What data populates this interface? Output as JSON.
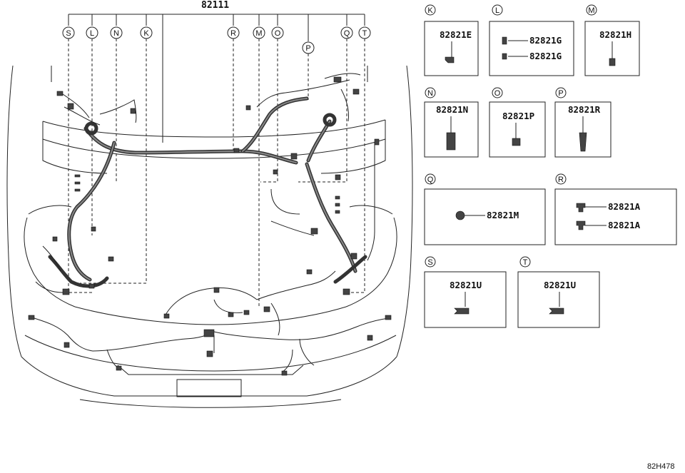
{
  "diagram": {
    "main_part_number": "82111",
    "reference_code": "82H478",
    "callouts": [
      "S",
      "L",
      "N",
      "K",
      "R",
      "M",
      "O",
      "P",
      "Q",
      "T"
    ]
  },
  "parts": {
    "K": {
      "letter": "K",
      "numbers": [
        "82821E"
      ]
    },
    "L": {
      "letter": "L",
      "numbers": [
        "82821G",
        "82821G"
      ]
    },
    "M": {
      "letter": "M",
      "numbers": [
        "82821H"
      ]
    },
    "N": {
      "letter": "N",
      "numbers": [
        "82821N"
      ]
    },
    "O": {
      "letter": "O",
      "numbers": [
        "82821P"
      ]
    },
    "P": {
      "letter": "P",
      "numbers": [
        "82821R"
      ]
    },
    "Q": {
      "letter": "Q",
      "numbers": [
        "82821M"
      ]
    },
    "R": {
      "letter": "R",
      "numbers": [
        "82821A",
        "82821A"
      ]
    },
    "S": {
      "letter": "S",
      "numbers": [
        "82821U"
      ]
    },
    "T": {
      "letter": "T",
      "numbers": [
        "82821U"
      ]
    }
  }
}
